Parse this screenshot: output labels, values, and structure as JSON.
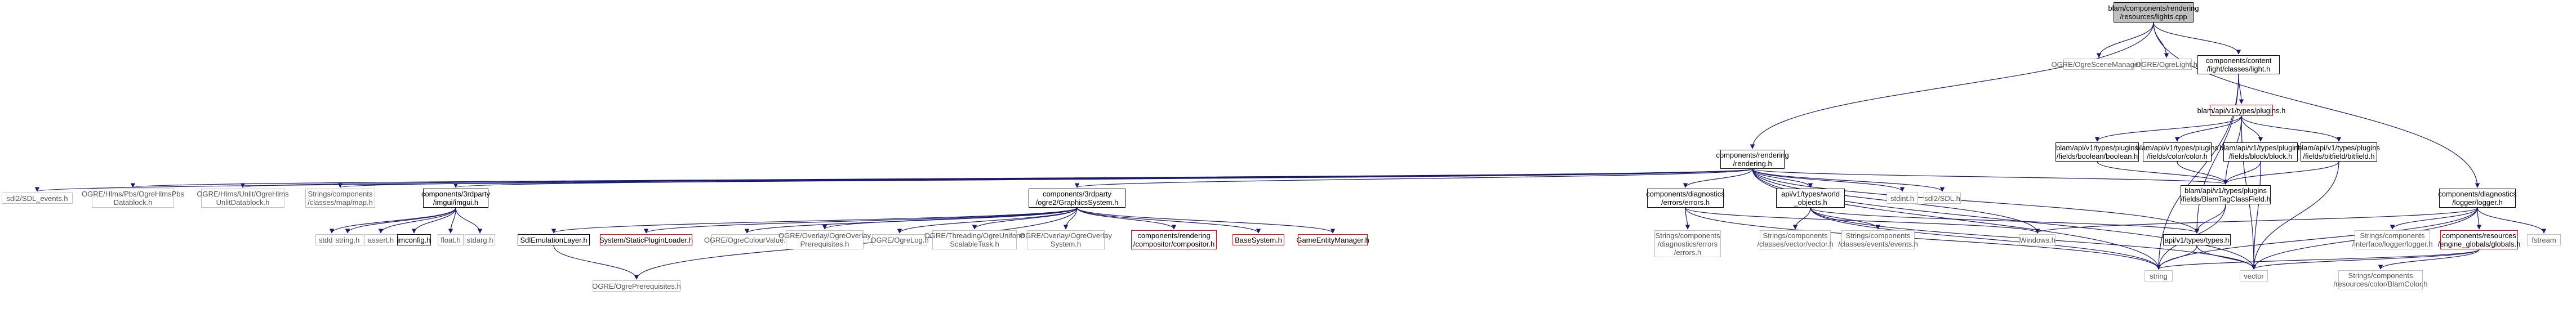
{
  "nodes": [
    {
      "id": "root",
      "label": "blam/components/rendering\n/resources/lights.cpp",
      "style": "root"
    },
    {
      "id": "ogrescenemanager",
      "label": "OGRE/OgreSceneManager.h",
      "style": "gray"
    },
    {
      "id": "ogrelight",
      "label": "OGRE/OgreLight.h",
      "style": "gray"
    },
    {
      "id": "content_light",
      "label": "components/content\n/light/classes/light.h",
      "style": "normal"
    },
    {
      "id": "plugins",
      "label": "blam/api/v1/types/plugins.h",
      "style": "red"
    },
    {
      "id": "boolean",
      "label": "blam/api/v1/types/plugins\n/fields/boolean/boolean.h",
      "style": "normal"
    },
    {
      "id": "color",
      "label": "blam/api/v1/types/plugins\n/fields/color/color.h",
      "style": "normal"
    },
    {
      "id": "block",
      "label": "blam/api/v1/types/plugins\n/fields/block/block.h",
      "style": "normal"
    },
    {
      "id": "bitfield",
      "label": "blam/api/v1/types/plugins\n/fields/bitfield/bitfield.h",
      "style": "normal"
    },
    {
      "id": "blamtag",
      "label": "blam/api/v1/types/plugins\n/fields/BlamTagClassField.h",
      "style": "normal"
    },
    {
      "id": "rendering",
      "label": "components/rendering\n/rendering.h",
      "style": "normal"
    },
    {
      "id": "sdl_events",
      "label": "sdl2/SDL_events.h",
      "style": "gray"
    },
    {
      "id": "pbs",
      "label": "OGRE/Hlms/Pbs/OgreHlmsPbs\nDatablock.h",
      "style": "gray"
    },
    {
      "id": "unlit",
      "label": "OGRE/Hlms/Unlit/OgreHlms\nUnlitDatablock.h",
      "style": "gray"
    },
    {
      "id": "strings_map",
      "label": "Strings/components\n/classes/map/map.h",
      "style": "gray"
    },
    {
      "id": "imgui",
      "label": "components/3rdparty\n/imgui/imgui.h",
      "style": "normal"
    },
    {
      "id": "stddef",
      "label": "stddef.h",
      "style": "gray"
    },
    {
      "id": "stringh",
      "label": "string.h",
      "style": "gray"
    },
    {
      "id": "assert",
      "label": "assert.h",
      "style": "gray"
    },
    {
      "id": "imconfig",
      "label": "imconfig.h",
      "style": "normal"
    },
    {
      "id": "float",
      "label": "float.h",
      "style": "gray"
    },
    {
      "id": "stdarg",
      "label": "stdarg.h",
      "style": "gray"
    },
    {
      "id": "ogre2",
      "label": "components/3rdparty\n/ogre2/GraphicsSystem.h",
      "style": "normal"
    },
    {
      "id": "sdlemu",
      "label": "SdlEmulationLayer.h",
      "style": "normal"
    },
    {
      "id": "staticplugin",
      "label": "System/StaticPluginLoader.h",
      "style": "red"
    },
    {
      "id": "ogreprereq",
      "label": "OGRE/OgrePrerequisites.h",
      "style": "gray"
    },
    {
      "id": "colourvalue",
      "label": "OGRE/OgreColourValue.h",
      "style": "gray"
    },
    {
      "id": "overlayprereq",
      "label": "OGRE/Overlay/OgreOverlay\nPrerequisites.h",
      "style": "gray"
    },
    {
      "id": "ogrelog",
      "label": "OGRE/OgreLog.h",
      "style": "gray"
    },
    {
      "id": "threading",
      "label": "OGRE/Threading/OgreUniform\nScalableTask.h",
      "style": "gray"
    },
    {
      "id": "overlaysystem",
      "label": "OGRE/Overlay/OgreOverlay\nSystem.h",
      "style": "gray"
    },
    {
      "id": "compositor",
      "label": "components/rendering\n/compositor/compositor.h",
      "style": "red"
    },
    {
      "id": "basesystem",
      "label": "BaseSystem.h",
      "style": "red"
    },
    {
      "id": "gameentity",
      "label": "GameEntityManager.h",
      "style": "red"
    },
    {
      "id": "errors",
      "label": "components/diagnostics\n/errors/errors.h",
      "style": "normal"
    },
    {
      "id": "strings_errors",
      "label": "Strings/components\n/diagnostics/errors\n/errors.h",
      "style": "gray"
    },
    {
      "id": "world_objects",
      "label": "api/v1/types/world\n_objects.h",
      "style": "normal"
    },
    {
      "id": "vector_h",
      "label": "Strings/components\n/classes/vector/vector.h",
      "style": "gray"
    },
    {
      "id": "events_h",
      "label": "Strings/components\n/classes/events/events.h",
      "style": "gray"
    },
    {
      "id": "stdint",
      "label": "stdint.h",
      "style": "gray"
    },
    {
      "id": "sdl_h",
      "label": "sdl2/SDL.h",
      "style": "gray"
    },
    {
      "id": "windows",
      "label": "Windows.h",
      "style": "gray"
    },
    {
      "id": "v1types",
      "label": "api/v1/types/types.h",
      "style": "normal"
    },
    {
      "id": "string",
      "label": "string",
      "style": "gray"
    },
    {
      "id": "vector",
      "label": "vector",
      "style": "gray"
    },
    {
      "id": "logger",
      "label": "components/diagnostics\n/logger/logger.h",
      "style": "normal"
    },
    {
      "id": "strings_logger",
      "label": "Strings/components\n/interface/logger/logger.h",
      "style": "gray"
    },
    {
      "id": "globals",
      "label": "components/resources\n/engine_globals/globals.h",
      "style": "red"
    },
    {
      "id": "fstream",
      "label": "fstream",
      "style": "gray"
    },
    {
      "id": "blamcolor",
      "label": "Strings/components\n/resources/color/BlamColor.h",
      "style": "gray"
    }
  ]
}
